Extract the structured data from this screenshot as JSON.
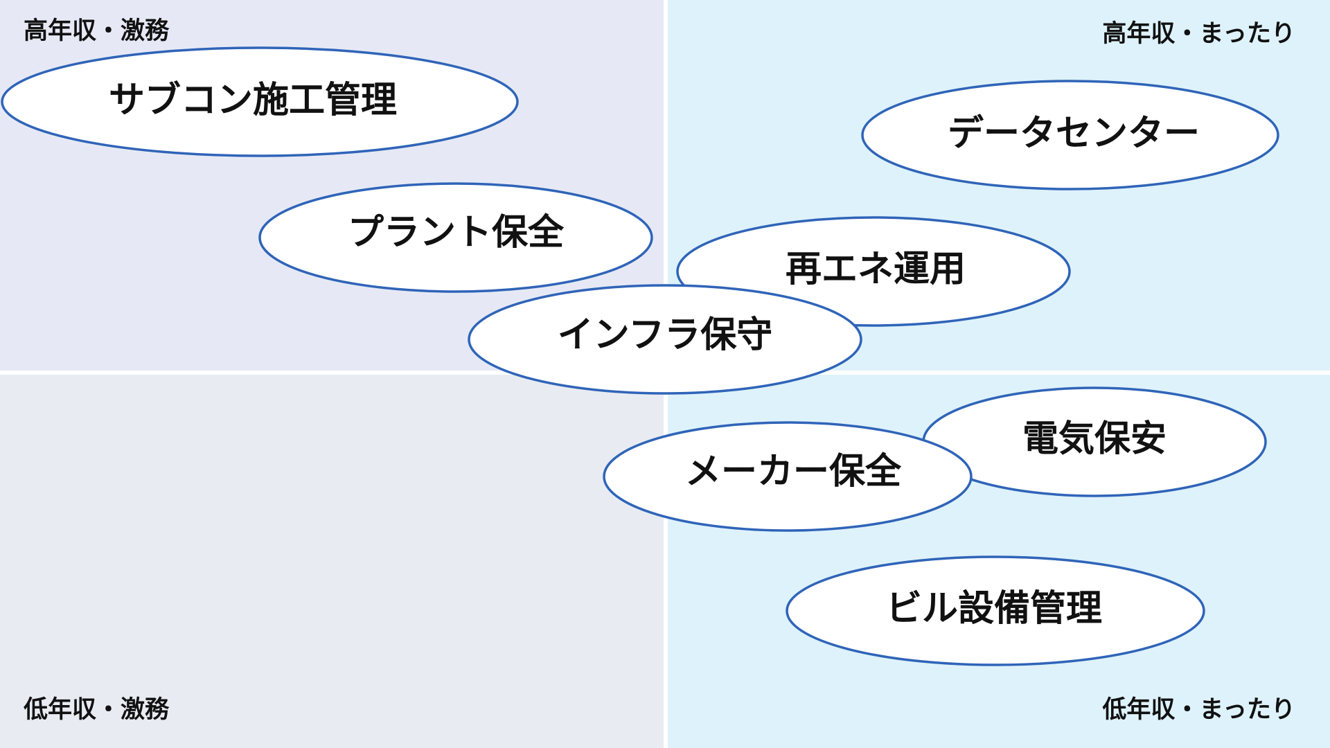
{
  "quadrant_labels": {
    "top_left": "高年収・激務",
    "top_right": "高年収・まったり",
    "bottom_left": "低年収・激務",
    "bottom_right": "低年収・まったり"
  },
  "bubbles": [
    {
      "key": "subcon",
      "label": "サブコン施工管理"
    },
    {
      "key": "datacenter",
      "label": "データセンター"
    },
    {
      "key": "plant",
      "label": "プラント保全"
    },
    {
      "key": "renewable",
      "label": "再エネ運用"
    },
    {
      "key": "infra",
      "label": "インフラ保守"
    },
    {
      "key": "denki",
      "label": "電気保安"
    },
    {
      "key": "maker",
      "label": "メーカー保全"
    },
    {
      "key": "building",
      "label": "ビル設備管理"
    }
  ],
  "colors": {
    "bubble_stroke": "#2f64b8",
    "bubble_fill": "#ffffff",
    "quadrant_top_left": "#e6e9f5",
    "quadrant_top_right": "#def2fb",
    "quadrant_bottom_left": "#e8ecf2",
    "quadrant_bottom_right": "#def2fb"
  }
}
